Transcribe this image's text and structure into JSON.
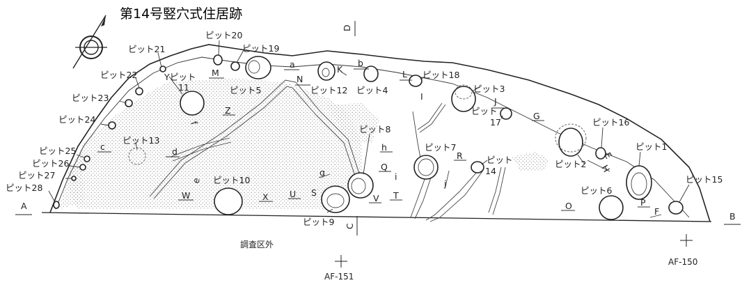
{
  "title": "第14号竪穴式住居跡",
  "outside_label": "調査区外",
  "grid_markers": [
    {
      "id": "af151",
      "label": "AF-151"
    },
    {
      "id": "af150",
      "label": "AF-150"
    }
  ],
  "section_letters": {
    "A": "A",
    "B": "B",
    "C": "C",
    "D": "D",
    "E": "E",
    "F": "F",
    "G": "G",
    "H": "H",
    "I": "I",
    "J": "J",
    "K": "K",
    "L": "L",
    "M": "M",
    "N": "N",
    "O": "O",
    "P": "P",
    "Q": "Q",
    "R": "R",
    "S": "S",
    "T": "T",
    "U": "U",
    "V": "V",
    "W": "W",
    "X": "X",
    "Y": "Y",
    "Z": "Z",
    "a": "a",
    "b": "b",
    "c": "c",
    "d": "d",
    "e": "e",
    "f": "f",
    "g": "g",
    "h": "h",
    "i": "i",
    "j": "j"
  },
  "pits": {
    "p1": "ピット1",
    "p2": "ピット2",
    "p3": "ピット3",
    "p4": "ピット4",
    "p5": "ピット5",
    "p6": "ピット6",
    "p7": "ピット7",
    "p8": "ピット8",
    "p9": "ピット9",
    "p10": "ピット10",
    "p11a": "ピット",
    "p11b": "11",
    "p12": "ピット12",
    "p13": "ピット13",
    "p14a": "ピット",
    "p14b": "14",
    "p15": "ピット15",
    "p16": "ピット16",
    "p17a": "ピット",
    "p17b": "17",
    "p18": "ピット18",
    "p19": "ピット19",
    "p20": "ピット20",
    "p21": "ピット21",
    "p22": "ピット22",
    "p23": "ピット23",
    "p24": "ピット24",
    "p25": "ピット25",
    "p26": "ピット26",
    "p27": "ピット27",
    "p28": "ピット28"
  }
}
